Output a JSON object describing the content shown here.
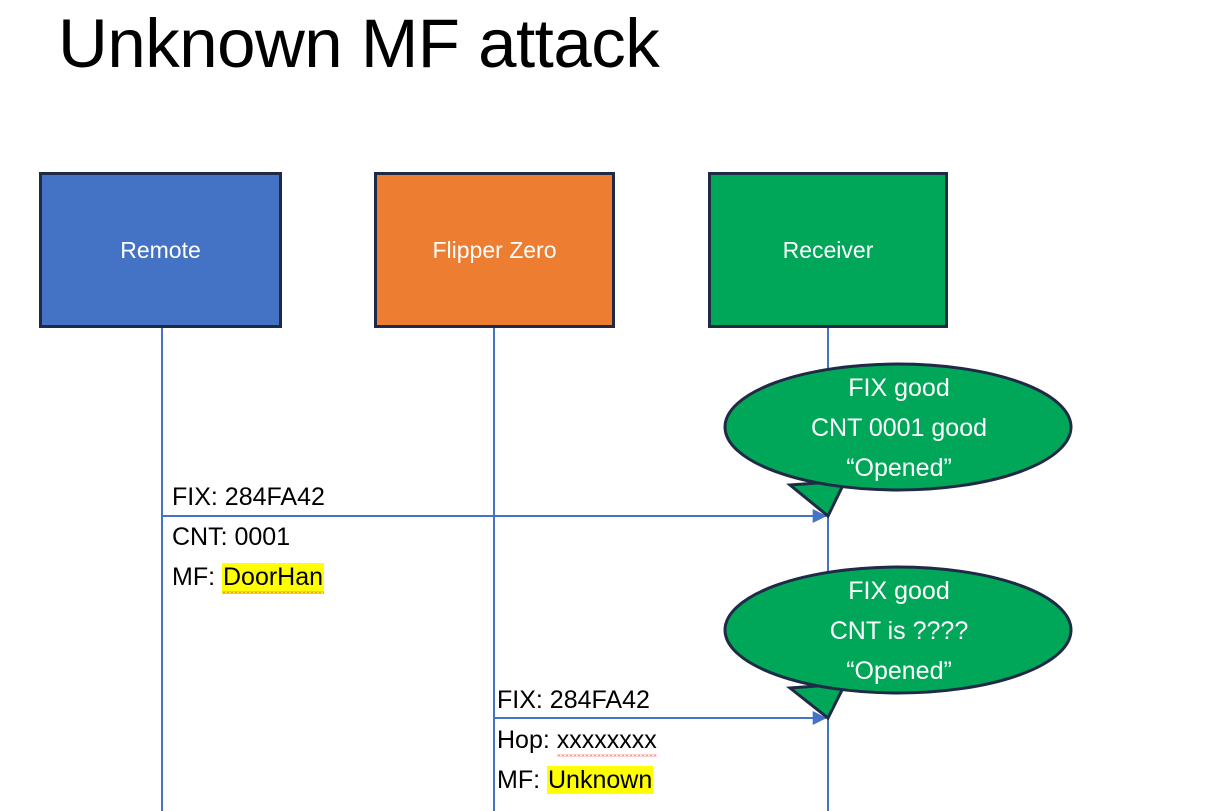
{
  "slide": {
    "title": "Unknown MF attack",
    "background": "#ffffff"
  },
  "colors": {
    "remote": "#4472c4",
    "flipper": "#ed7d31",
    "receiver": "#00a758",
    "box_border": "#1f2a47",
    "lifeline": "#4472c4",
    "arrow": "#4472c4",
    "highlight": "#ffff00",
    "spellcheck_underline": "#e03a2f",
    "bubble_fill": "#00a758",
    "bubble_border": "#1f2a47",
    "bubble_text": "#ffffff"
  },
  "actors": [
    {
      "id": "remote",
      "label": "Remote",
      "fill": "#4472c4"
    },
    {
      "id": "flipper",
      "label": "Flipper Zero",
      "fill": "#ed7d31"
    },
    {
      "id": "receiver",
      "label": "Receiver",
      "fill": "#00a758"
    }
  ],
  "messages": [
    {
      "id": "message-1",
      "from": "remote",
      "to": "receiver",
      "lines": [
        {
          "prefix": "FIX: ",
          "value": "284FA42",
          "highlight": false,
          "spellcheck_error": false
        },
        {
          "prefix": "CNT: ",
          "value": "0001",
          "highlight": false,
          "spellcheck_error": false
        },
        {
          "prefix": "MF: ",
          "value": "DoorHan",
          "highlight": true,
          "spellcheck_error": true
        }
      ]
    },
    {
      "id": "message-2",
      "from": "flipper",
      "to": "receiver",
      "lines": [
        {
          "prefix": "FIX: ",
          "value": "284FA42",
          "highlight": false,
          "spellcheck_error": false
        },
        {
          "prefix": "Hop: ",
          "value": "xxxxxxxx",
          "highlight": false,
          "spellcheck_error": true
        },
        {
          "prefix": "MF: ",
          "value": "Unknown",
          "highlight": true,
          "spellcheck_error": false
        }
      ]
    }
  ],
  "bubbles": [
    {
      "id": "bubble-1",
      "attached_to": "receiver",
      "line1": "FIX good",
      "line2": "CNT 0001 good",
      "line3": "“Opened”"
    },
    {
      "id": "bubble-2",
      "attached_to": "receiver",
      "line1": "FIX good",
      "line2": "CNT is ????",
      "line3": "“Opened”"
    }
  ]
}
